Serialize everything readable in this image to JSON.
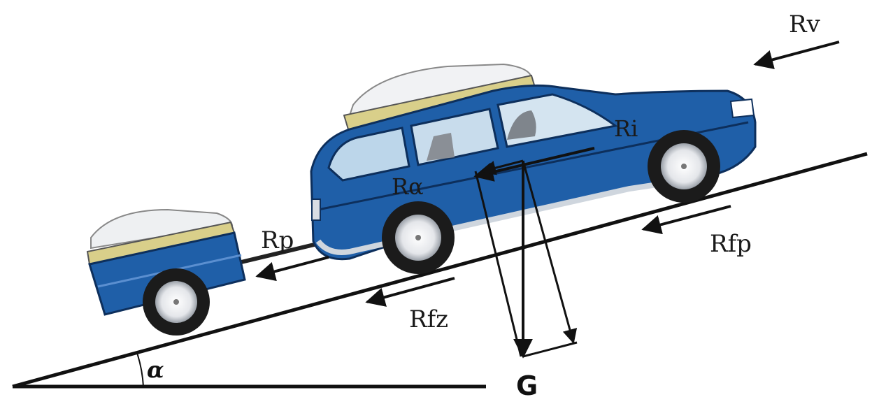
{
  "labels": {
    "air_resistance": "Rv",
    "car_rolling_resistance": "Rfp",
    "trailer_rolling_resistance": "Rfz",
    "trailer_pull": "Rp",
    "inertia": "Ri",
    "gradient_resistance": "Rα",
    "weight": "G",
    "slope_angle": "α"
  },
  "colors": {
    "body_blue": "#1f5fa8",
    "body_dark": "#123e74",
    "roof_box": "#d9cf8a",
    "line": "#111111"
  }
}
